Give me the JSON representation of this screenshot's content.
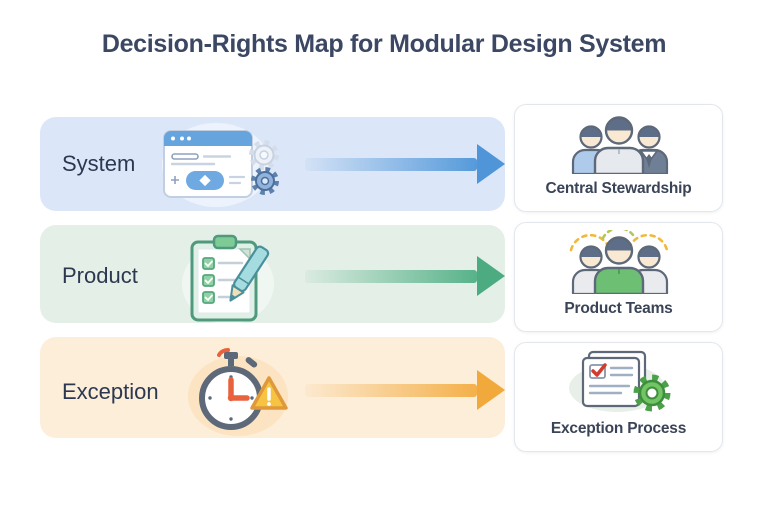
{
  "title": "Decision-Rights Map for Modular Design System",
  "rows": [
    {
      "label": "System",
      "band_color": "#dbe7f8",
      "arrow_color": "#4f95d8",
      "source_icon": "browser-settings-icon",
      "target": {
        "label": "Central Stewardship",
        "icon": "stewardship-team-icon"
      }
    },
    {
      "label": "Product",
      "band_color": "#e4efe7",
      "arrow_color": "#4cab80",
      "source_icon": "checklist-pen-icon",
      "target": {
        "label": "Product Teams",
        "icon": "celebrating-team-icon"
      }
    },
    {
      "label": "Exception",
      "band_color": "#fdeeda",
      "arrow_color": "#f2a93c",
      "source_icon": "stopwatch-warning-icon",
      "target": {
        "label": "Exception Process",
        "icon": "document-gear-icon"
      }
    }
  ]
}
